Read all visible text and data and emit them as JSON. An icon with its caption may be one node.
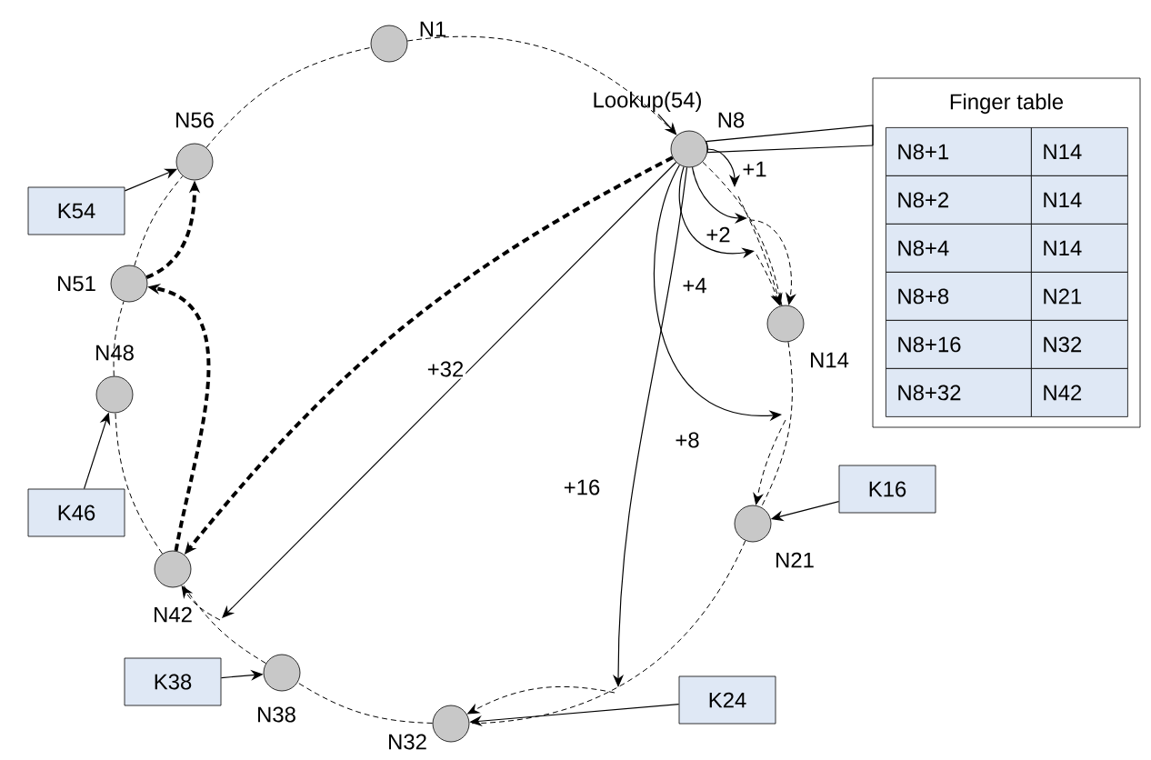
{
  "diagram": {
    "nodes": [
      {
        "text": [
          "N1"
        ]
      },
      {
        "text": [
          "N8"
        ]
      },
      {
        "text": [
          "N14"
        ]
      },
      {
        "text": [
          "N21"
        ]
      },
      {
        "text": [
          "N32"
        ]
      },
      {
        "text": [
          "N38"
        ]
      },
      {
        "text": [
          "N42"
        ]
      },
      {
        "text": [
          "N48"
        ]
      },
      {
        "text": [
          "N51"
        ]
      },
      {
        "text": [
          "N56"
        ]
      },
      {
        "text": [
          "Lookup(54)"
        ]
      },
      {
        "text": [
          "Finger table",
          "N8+1",
          "N14",
          "N8+2",
          "N14",
          "N8+4",
          "N14",
          "N8+8",
          "N21",
          "N8+16",
          "N32",
          "N8+32",
          "N42"
        ]
      },
      {
        "text": [
          "K54"
        ]
      },
      {
        "text": [
          "K46"
        ]
      },
      {
        "text": [
          "K38"
        ]
      },
      {
        "text": [
          "K24"
        ]
      },
      {
        "text": [
          "K16"
        ]
      }
    ],
    "edges": [
      {
        "from": 0,
        "to": 1,
        "arrow": "none",
        "style": "dashed"
      },
      {
        "from": 1,
        "to": 2,
        "arrow": "none",
        "style": "dashed"
      },
      {
        "from": 2,
        "to": 3,
        "arrow": "none",
        "style": "dashed"
      },
      {
        "from": 3,
        "to": 4,
        "arrow": "none",
        "style": "dashed"
      },
      {
        "from": 4,
        "to": 5,
        "arrow": "none",
        "style": "dashed"
      },
      {
        "from": 5,
        "to": 6,
        "arrow": "none",
        "style": "dashed"
      },
      {
        "from": 6,
        "to": 7,
        "arrow": "none",
        "style": "dashed"
      },
      {
        "from": 7,
        "to": 8,
        "arrow": "none",
        "style": "dashed"
      },
      {
        "from": 8,
        "to": 9,
        "arrow": "none",
        "style": "dashed"
      },
      {
        "from": 9,
        "to": 0,
        "arrow": "none",
        "style": "dashed"
      },
      {
        "from": 1,
        "to": null,
        "label": "+1",
        "arrow": "to"
      },
      {
        "from": 1,
        "to": null,
        "label": "+2",
        "arrow": "to"
      },
      {
        "from": 1,
        "to": null,
        "label": "+4",
        "arrow": "to"
      },
      {
        "from": 1,
        "to": null,
        "label": "+8",
        "arrow": "to"
      },
      {
        "from": 1,
        "to": null,
        "label": "+16",
        "arrow": "to"
      },
      {
        "from": 1,
        "to": null,
        "label": "+32",
        "arrow": "to"
      },
      {
        "from": null,
        "to": 2,
        "arrow": "to",
        "style": "dashed"
      },
      {
        "from": null,
        "to": 2,
        "arrow": "to",
        "style": "dashed"
      },
      {
        "from": null,
        "to": 2,
        "arrow": "to",
        "style": "dashed"
      },
      {
        "from": null,
        "to": 3,
        "arrow": "to",
        "style": "dashed"
      },
      {
        "from": null,
        "to": 4,
        "arrow": "to",
        "style": "dashed"
      },
      {
        "from": null,
        "to": 6,
        "arrow": "to",
        "style": "dashed"
      },
      {
        "from": 1,
        "to": 6,
        "arrow": "to",
        "style": "dashed"
      },
      {
        "from": 6,
        "to": 8,
        "arrow": "to",
        "style": "dashed"
      },
      {
        "from": 8,
        "to": 9,
        "arrow": "to",
        "style": "dashed"
      },
      {
        "from": 10,
        "to": 1,
        "arrow": "to"
      },
      {
        "from": 1,
        "to": 11,
        "arrow": "none"
      },
      {
        "from": 12,
        "to": 9,
        "arrow": "to"
      },
      {
        "from": 13,
        "to": 7,
        "arrow": "to"
      },
      {
        "from": 14,
        "to": 5,
        "arrow": "to"
      },
      {
        "from": 15,
        "to": 4,
        "arrow": "to"
      },
      {
        "from": 16,
        "to": 3,
        "arrow": "to"
      }
    ]
  }
}
